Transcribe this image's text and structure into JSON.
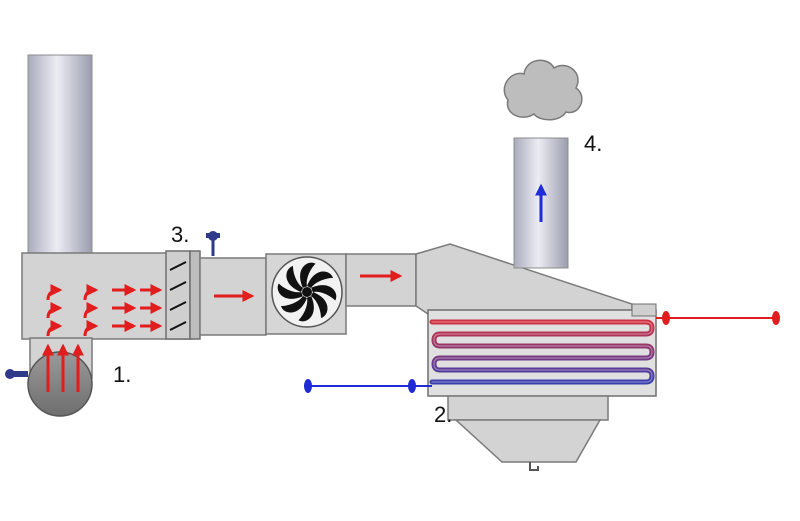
{
  "diagram": {
    "labels": {
      "burner": "1.",
      "heat_exchanger": "2.",
      "damper": "3.",
      "exhaust_stack": "4."
    },
    "colors": {
      "hot_flow": "#e11d1d",
      "cold_flow": "#1f2bd6",
      "duct_fill": "#d3d3d3",
      "duct_stroke": "#7a7a7a",
      "chimney_fill": "#c9cbd6",
      "smoke_fill": "#bdbdbd",
      "fan_blade": "#111111"
    },
    "components": [
      {
        "id": "chimney-left",
        "icon": "chimney"
      },
      {
        "id": "combustion-chamber",
        "icon": "burner"
      },
      {
        "id": "damper",
        "icon": "damper-valve"
      },
      {
        "id": "fan",
        "icon": "fan"
      },
      {
        "id": "heat-exchanger",
        "icon": "coil-heat-exchanger"
      },
      {
        "id": "hopper",
        "icon": "hopper"
      },
      {
        "id": "stack-right",
        "icon": "stack"
      },
      {
        "id": "smoke",
        "icon": "smoke-cloud"
      }
    ]
  }
}
